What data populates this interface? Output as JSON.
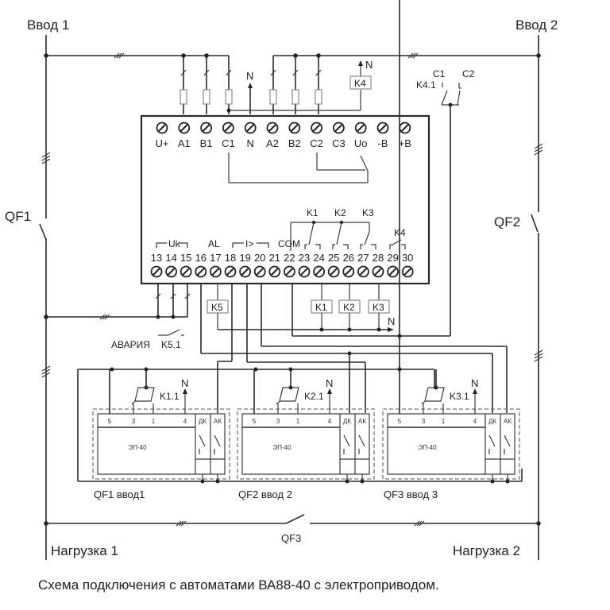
{
  "title_inputs": {
    "input1": "Ввод 1",
    "input2": "Ввод 2"
  },
  "loads": {
    "load1": "Нагрузка 1",
    "load2": "Нагрузка 2"
  },
  "caption": "Схема подключения  с автоматами ВА88-40 с электроприводом.",
  "breakers": {
    "qf1": "QF1",
    "qf2": "QF2",
    "qf3": "QF3"
  },
  "neutral": "N",
  "top_terminals": [
    "U+",
    "A1",
    "B1",
    "C1",
    "N",
    "A2",
    "B2",
    "C2",
    "C3",
    "Uo",
    "-B",
    "+B"
  ],
  "bottom_terminals": [
    "13",
    "14",
    "15",
    "16",
    "17",
    "18",
    "19",
    "20",
    "21",
    "22",
    "23",
    "24",
    "25",
    "26",
    "27",
    "28",
    "29",
    "30"
  ],
  "bottom_groups": {
    "uk": "Uk",
    "al": "AL",
    "i": "I>",
    "com": "COM"
  },
  "relay_labels": {
    "k1": "K1",
    "k2": "K2",
    "k3": "K3",
    "k4": "K4",
    "k5": "K5"
  },
  "k4_contact": {
    "label": "K4.1",
    "c1": "C1",
    "c2": "C2"
  },
  "alarm": {
    "label": "АВАРИЯ",
    "contact": "K5.1"
  },
  "drives": [
    {
      "name": "ЭП-40",
      "contact": "K1.1",
      "pins": [
        "5",
        "3",
        "1",
        "4"
      ],
      "dk": "ДК",
      "ak": "АК",
      "label": "QF1  ввод1"
    },
    {
      "name": "ЭП-40",
      "contact": "K2.1",
      "pins": [
        "5",
        "3",
        "1",
        "4"
      ],
      "dk": "ДК",
      "ak": "АК",
      "label": "QF2  ввод 2"
    },
    {
      "name": "ЭП-40",
      "contact": "K3.1",
      "pins": [
        "5",
        "3",
        "1",
        "4"
      ],
      "dk": "ДК",
      "ak": "АК",
      "label": "QF3  ввод 3"
    }
  ]
}
